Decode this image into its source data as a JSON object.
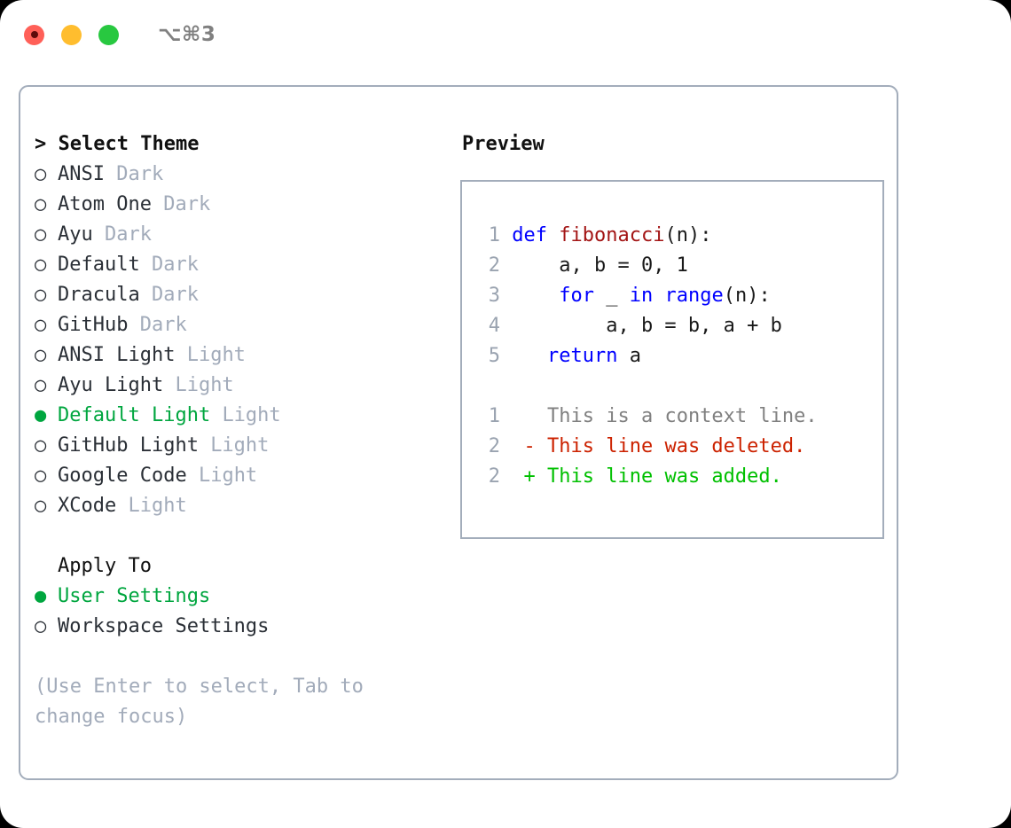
{
  "window": {
    "shortcut_label": "⌥⌘3",
    "traffic_lights": [
      "close-button",
      "minimize-button",
      "maximize-button"
    ]
  },
  "colors": {
    "selected_green": "#00a63f",
    "tag_gray": "#a2abba",
    "border": "#a3adbb",
    "keyword_blue": "#0000ff",
    "function_red": "#a31515",
    "diff_added": "#00c000",
    "diff_deleted": "#cc2200",
    "context_gray": "#808080",
    "line_number_gray": "#9aa3b0"
  },
  "theme_picker": {
    "heading_marker": ">",
    "heading": "Select Theme",
    "marker_selected": "●",
    "marker_unselected": "○",
    "items": [
      {
        "name": "ANSI",
        "tag": "Dark",
        "selected": false
      },
      {
        "name": "Atom One",
        "tag": "Dark",
        "selected": false
      },
      {
        "name": "Ayu",
        "tag": "Dark",
        "selected": false
      },
      {
        "name": "Default",
        "tag": "Dark",
        "selected": false
      },
      {
        "name": "Dracula",
        "tag": "Dark",
        "selected": false
      },
      {
        "name": "GitHub",
        "tag": "Dark",
        "selected": false
      },
      {
        "name": "ANSI Light",
        "tag": "Light",
        "selected": false
      },
      {
        "name": "Ayu Light",
        "tag": "Light",
        "selected": false
      },
      {
        "name": "Default Light",
        "tag": "Light",
        "selected": true
      },
      {
        "name": "GitHub Light",
        "tag": "Light",
        "selected": false
      },
      {
        "name": "Google Code",
        "tag": "Light",
        "selected": false
      },
      {
        "name": "XCode",
        "tag": "Light",
        "selected": false
      }
    ]
  },
  "apply_to": {
    "heading": "Apply To",
    "options": [
      {
        "label": "User Settings",
        "selected": true
      },
      {
        "label": "Workspace Settings",
        "selected": false
      }
    ]
  },
  "hint": "(Use Enter to select, Tab to change focus)",
  "preview": {
    "title": "Preview",
    "code_lines": [
      {
        "num": "1",
        "segments": [
          {
            "text": "def ",
            "style": "kw"
          },
          {
            "text": "fibonacci",
            "style": "fn"
          },
          {
            "text": "(n):",
            "style": "code-text"
          }
        ]
      },
      {
        "num": "2",
        "segments": [
          {
            "text": "    a, b = 0, 1",
            "style": "code-text"
          }
        ]
      },
      {
        "num": "3",
        "segments": [
          {
            "text": "    ",
            "style": "code-text"
          },
          {
            "text": "for",
            "style": "kw"
          },
          {
            "text": " _ ",
            "style": "code-text"
          },
          {
            "text": "in range",
            "style": "kw"
          },
          {
            "text": "(n):",
            "style": "code-text"
          }
        ]
      },
      {
        "num": "4",
        "segments": [
          {
            "text": "        a, b = b, a + b",
            "style": "code-text"
          }
        ]
      },
      {
        "num": "5",
        "segments": [
          {
            "text": "   ",
            "style": "code-text"
          },
          {
            "text": "return",
            "style": "kw"
          },
          {
            "text": " a",
            "style": "code-text"
          }
        ]
      }
    ],
    "diff_lines": [
      {
        "num": "1",
        "sign": "  ",
        "text": "This is a context line.",
        "style": "ctx"
      },
      {
        "num": "2",
        "sign": "- ",
        "text": "This line was deleted.",
        "style": "del"
      },
      {
        "num": "2",
        "sign": "+ ",
        "text": "This line was added.",
        "style": "add"
      }
    ]
  }
}
